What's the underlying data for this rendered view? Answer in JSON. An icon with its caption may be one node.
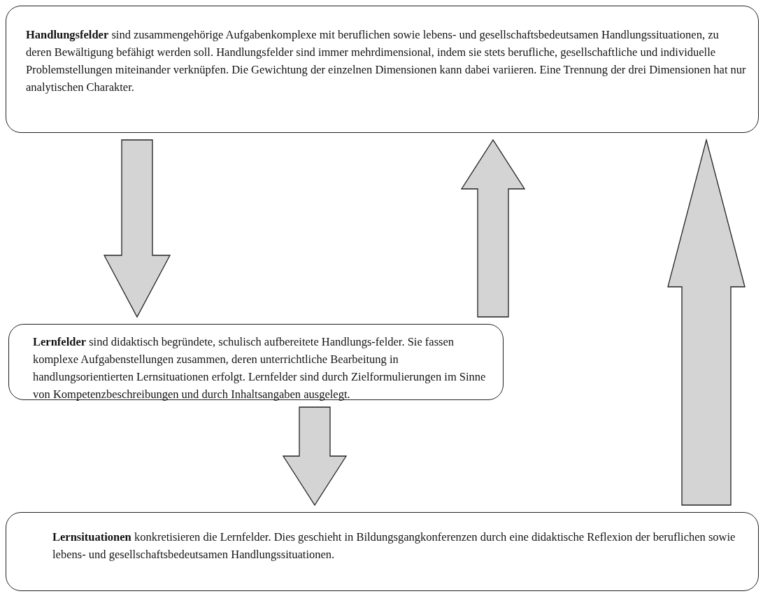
{
  "diagram": {
    "nodes": [
      {
        "text": [
          "**Handlungsfelder** sind zusammengehörige Aufgabenkomplexe mit beruflichen sowie lebens- und gesellschaftsbedeutsamen Handlungssituationen, zu deren Bewältigung befähigt werden soll. Handlungsfelder sind immer mehrdimensional, indem sie stets berufliche, gesellschaftliche und individuelle Problemstellungen miteinander verknüpfen. Die Gewichtung der einzelnen Dimensionen kann dabei variieren. Eine Trennung der drei Dimensionen hat nur analytischen Charakter."
        ]
      },
      {
        "text": [
          "**Lernfelder** sind didaktisch begründete, schulisch aufbereitete Handlungs-felder. Sie fassen komplexe Aufgabenstellungen zusammen, deren unterrichtliche Bearbeitung in handlungsorientierten Lernsituationen erfolgt. Lernfelder sind durch Zielformulierungen im Sinne von Kompetenzbeschreibungen und durch Inhaltsangaben ausgelegt."
        ]
      },
      {
        "text": [
          "**Lernsituationen** konkretisieren die Lernfelder. Dies geschieht in Bildungsgangkonferenzen durch eine didaktische Reflexion der beruflichen sowie lebens- und gesellschaftsbedeutsamen Handlungssituationen."
        ]
      }
    ],
    "edges": [
      {
        "from": 0,
        "to": 1,
        "arrow": "to"
      },
      {
        "from": 1,
        "to": 0,
        "arrow": "to"
      },
      {
        "from": 1,
        "to": 2,
        "arrow": "to"
      },
      {
        "from": 2,
        "to": 0,
        "arrow": "to"
      }
    ]
  }
}
